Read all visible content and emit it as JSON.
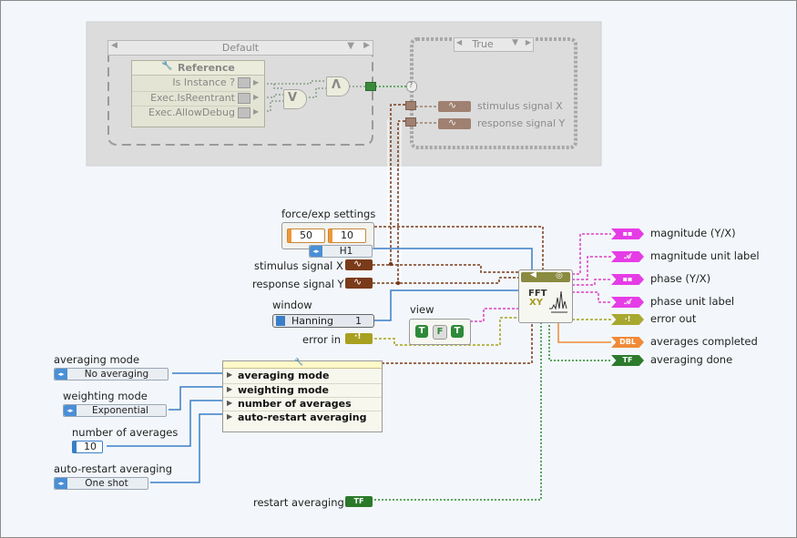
{
  "case_structure": {
    "selector_label": "Default"
  },
  "inner_case": {
    "selector_label": "True"
  },
  "property_node": {
    "title": "Reference",
    "properties": [
      "Is Instance ?",
      "Exec.IsReentrant",
      "Exec.AllowDebug"
    ]
  },
  "gates": {
    "or_symbol": "V",
    "and_symbol": "Λ",
    "question": "?"
  },
  "inner_terminals": [
    "stimulus signal X",
    "response signal Y"
  ],
  "force_exp": {
    "label": "force/exp settings",
    "value_a": "50",
    "value_b": "10",
    "mode": "H1"
  },
  "inputs": {
    "stimulus": "stimulus signal X",
    "response": "response signal Y",
    "window_label": "window",
    "window_value": "Hanning",
    "window_num": "1",
    "error_in": "error in",
    "view_label": "view",
    "view_buttons": [
      "T",
      "F",
      "T"
    ]
  },
  "fft_node": {
    "line1": "FFT",
    "line2": "XY"
  },
  "outputs": [
    {
      "label": "magnitude (Y/X)",
      "tag": "▪▪",
      "color": "#e63ce6"
    },
    {
      "label": "magnitude unit label",
      "tag": "𝒜",
      "color": "#e63ce6"
    },
    {
      "label": "phase (Y/X)",
      "tag": "▪▪",
      "color": "#e63ce6"
    },
    {
      "label": "phase unit label",
      "tag": "𝒜",
      "color": "#e63ce6"
    },
    {
      "label": "error out",
      "tag": "·!",
      "color": "#a8a830"
    },
    {
      "label": "averages completed",
      "tag": "DBL",
      "color": "#f08a38"
    },
    {
      "label": "averaging done",
      "tag": "TF",
      "color": "#2c7a2c"
    }
  ],
  "averaging": {
    "mode_label": "averaging mode",
    "mode_value": "No averaging",
    "weighting_label": "weighting mode",
    "weighting_value": "Exponential",
    "number_label": "number of averages",
    "number_value": "10",
    "restart_label": "auto-restart averaging",
    "restart_value": "One shot",
    "restart_avg_label": "restart averaging",
    "restart_avg_tag": "TF"
  },
  "bundle_node": {
    "rows": [
      "averaging mode",
      "weighting mode",
      "number of averages",
      "auto-restart averaging"
    ]
  }
}
